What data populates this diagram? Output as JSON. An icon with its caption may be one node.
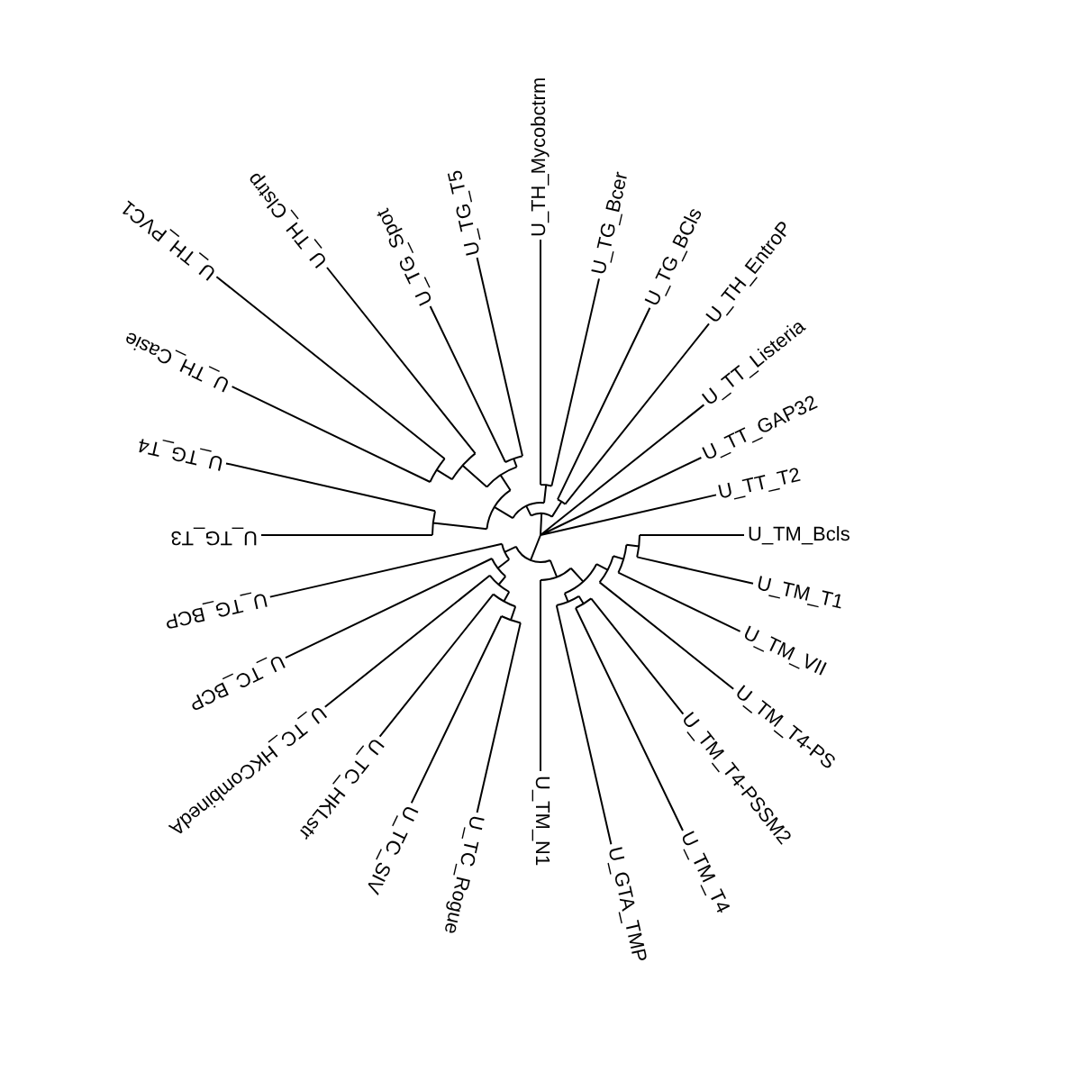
{
  "diagram": {
    "labels": [
      "U_TH_Mycobctrm",
      "U_TG_T5",
      "U_TH_Clstrp",
      "U_TH_PVC1",
      "U_TG_Bcer",
      "U_TG_Spot",
      "U_TG_BCls",
      "U_TH_EntroP",
      "U_TH_Casie",
      "U_TT_Listeria",
      "U_TT_GAP32",
      "U_TG_T4",
      "U_TT_T2",
      "U_TG_T3",
      "U_TM_Bcls",
      "U_TM_T1",
      "U_TG_BCP",
      "U_TM_VII",
      "U_TC_BCP",
      "U_TM_T4-PS",
      "U_TC_HKCombinedA",
      "U_TM_T4-PSSM2",
      "U_TC_HKLstr",
      "U_TM_N1",
      "U_TC_SIV",
      "U_TC_Rogue",
      "U_TM_T4",
      "U_GTA_TMP"
    ]
  }
}
